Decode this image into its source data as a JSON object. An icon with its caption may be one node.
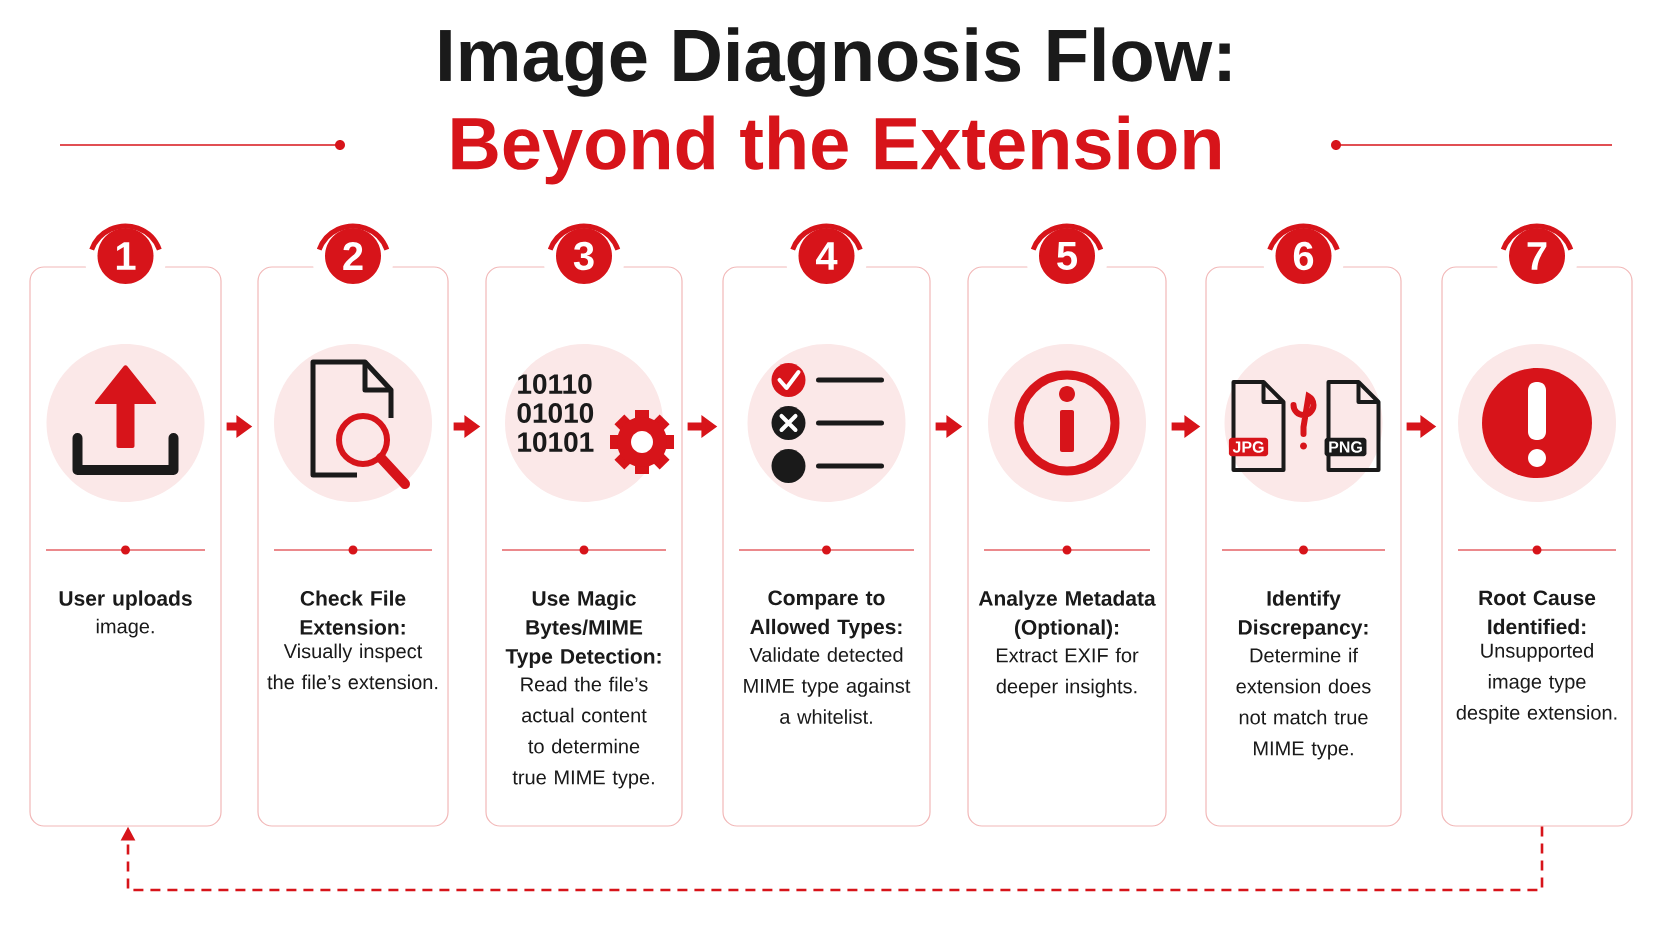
{
  "diagram": {
    "title": "Image Diagnosis Flow:",
    "nodes": [
      {
        "text": [
          "1",
          "User uploads",
          "image."
        ]
      },
      {
        "text": [
          "2",
          "Check File Extension:",
          "Visually inspect the file’s extension."
        ]
      },
      {
        "text": [
          "3",
          "Use Magic Bytes/MIME Type Detection:",
          "Read the file’s actual content to determine true MIME type."
        ]
      },
      {
        "text": [
          "4",
          "Compare to Allowed Types:",
          "Validate detected MIME type against a whitelist."
        ]
      },
      {
        "text": [
          "5",
          "Analyze Metadata (Optional):",
          "Extract EXIF for deeper insights."
        ]
      },
      {
        "text": [
          "6",
          "Identify Discrepancy:",
          "Determine if extension does not match true MIME type."
        ]
      },
      {
        "text": [
          "7",
          "Root Cause Identified:",
          "Unsupported image type despite extension."
        ]
      }
    ],
    "edges": [
      {
        "from": 0,
        "to": 1,
        "arrow": "to"
      },
      {
        "from": 1,
        "to": 2,
        "arrow": "to"
      },
      {
        "from": 2,
        "to": 3,
        "arrow": "to"
      },
      {
        "from": 3,
        "to": 4,
        "arrow": "to"
      },
      {
        "from": 4,
        "to": 5,
        "arrow": "to"
      },
      {
        "from": 5,
        "to": 6,
        "arrow": "to"
      },
      {
        "from": 6,
        "to": 0,
        "arrow": "to",
        "style": "dashed"
      }
    ],
    "labels": [
      "Beyond the Extension",
      "10110",
      "01010",
      "10101",
      "JPG",
      "PNG"
    ]
  }
}
